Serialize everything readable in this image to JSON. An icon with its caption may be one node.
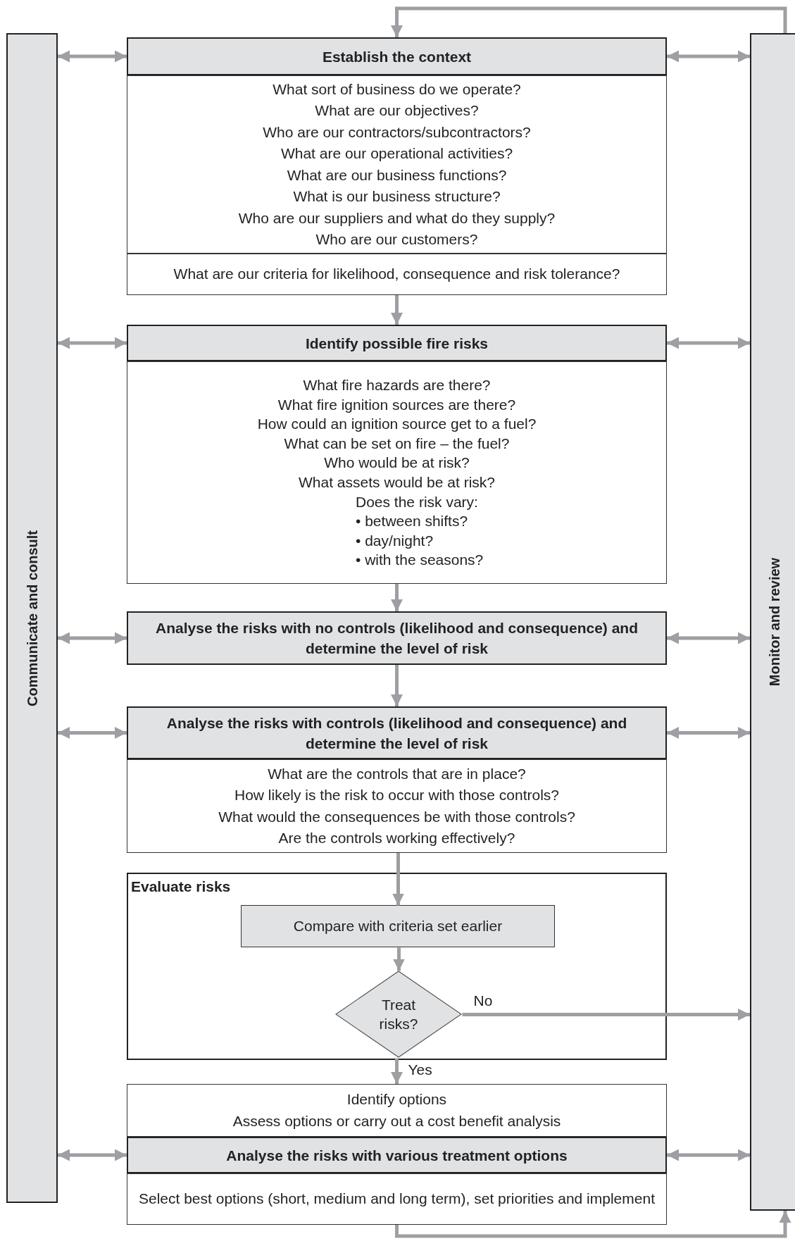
{
  "diagram": {
    "nodes": [
      {
        "text": [
          "Communicate and consult"
        ]
      },
      {
        "text": [
          "Monitor and review"
        ]
      },
      {
        "text": [
          "Establish the context"
        ]
      },
      {
        "text": [
          "What sort of business do we operate?",
          "What are our objectives?",
          "Who are our contractors/subcontractors?",
          "What are our operational activities?",
          "What are our business functions?",
          "What is our business structure?",
          "Who are our suppliers and what do they supply?",
          "Who are our customers?"
        ]
      },
      {
        "text": [
          "What are our criteria for likelihood, consequence and risk tolerance?"
        ]
      },
      {
        "text": [
          "Identify possible fire risks"
        ]
      },
      {
        "text": [
          "What fire hazards are there?",
          "What fire ignition sources are there?",
          "How could an ignition source get to a fuel?",
          "What can be set on fire – the fuel?",
          "Who would be at risk?",
          "What assets would be at risk?",
          "Does the risk vary:",
          "• between shifts?",
          "• day/night?",
          "• with the seasons?"
        ]
      },
      {
        "text": [
          "Analyse the risks with no controls (likelihood and consequence) and determine the level of risk"
        ]
      },
      {
        "text": [
          "Analyse the risks with controls (likelihood and consequence) and determine the level of risk"
        ]
      },
      {
        "text": [
          "What are the controls that are in place?",
          "How likely is the risk to occur with those controls?",
          "What would the consequences be with those controls?",
          "Are the controls working effectively?"
        ]
      },
      {
        "text": [
          "Evaluate risks"
        ]
      },
      {
        "text": [
          "Compare with criteria set earlier"
        ],
        "in": 10
      },
      {
        "text": [
          "Treat risks?"
        ],
        "in": 10
      },
      {
        "text": [
          "Identify options",
          "Assess options or carry out a cost benefit analysis"
        ]
      },
      {
        "text": [
          "Analyse the risks with various treatment options"
        ]
      },
      {
        "text": [
          "Select best options (short, medium and long term), set priorities and implement"
        ]
      }
    ],
    "edges": [
      {
        "from": 0,
        "to": 2,
        "arrow": "both"
      },
      {
        "from": 2,
        "to": 1,
        "arrow": "both"
      },
      {
        "from": 4,
        "to": 5,
        "arrow": "to"
      },
      {
        "from": 0,
        "to": 5,
        "arrow": "both"
      },
      {
        "from": 5,
        "to": 1,
        "arrow": "both"
      },
      {
        "from": 6,
        "to": 7,
        "arrow": "to"
      },
      {
        "from": 0,
        "to": 7,
        "arrow": "both"
      },
      {
        "from": 7,
        "to": 1,
        "arrow": "both"
      },
      {
        "from": 7,
        "to": 8,
        "arrow": "to"
      },
      {
        "from": 0,
        "to": 8,
        "arrow": "both"
      },
      {
        "from": 8,
        "to": 1,
        "arrow": "both"
      },
      {
        "from": 9,
        "to": 11,
        "arrow": "to"
      },
      {
        "from": 11,
        "to": 12,
        "arrow": "to"
      },
      {
        "from": 12,
        "to": 1,
        "arrow": "to",
        "label": "No"
      },
      {
        "from": 12,
        "to": 13,
        "arrow": "to",
        "label": "Yes"
      },
      {
        "from": 0,
        "to": 14,
        "arrow": "both"
      },
      {
        "from": 14,
        "to": 1,
        "arrow": "both"
      },
      {
        "from": 15,
        "to": 1,
        "arrow": "to"
      },
      {
        "from": 1,
        "to": 2,
        "arrow": "to"
      }
    ]
  }
}
